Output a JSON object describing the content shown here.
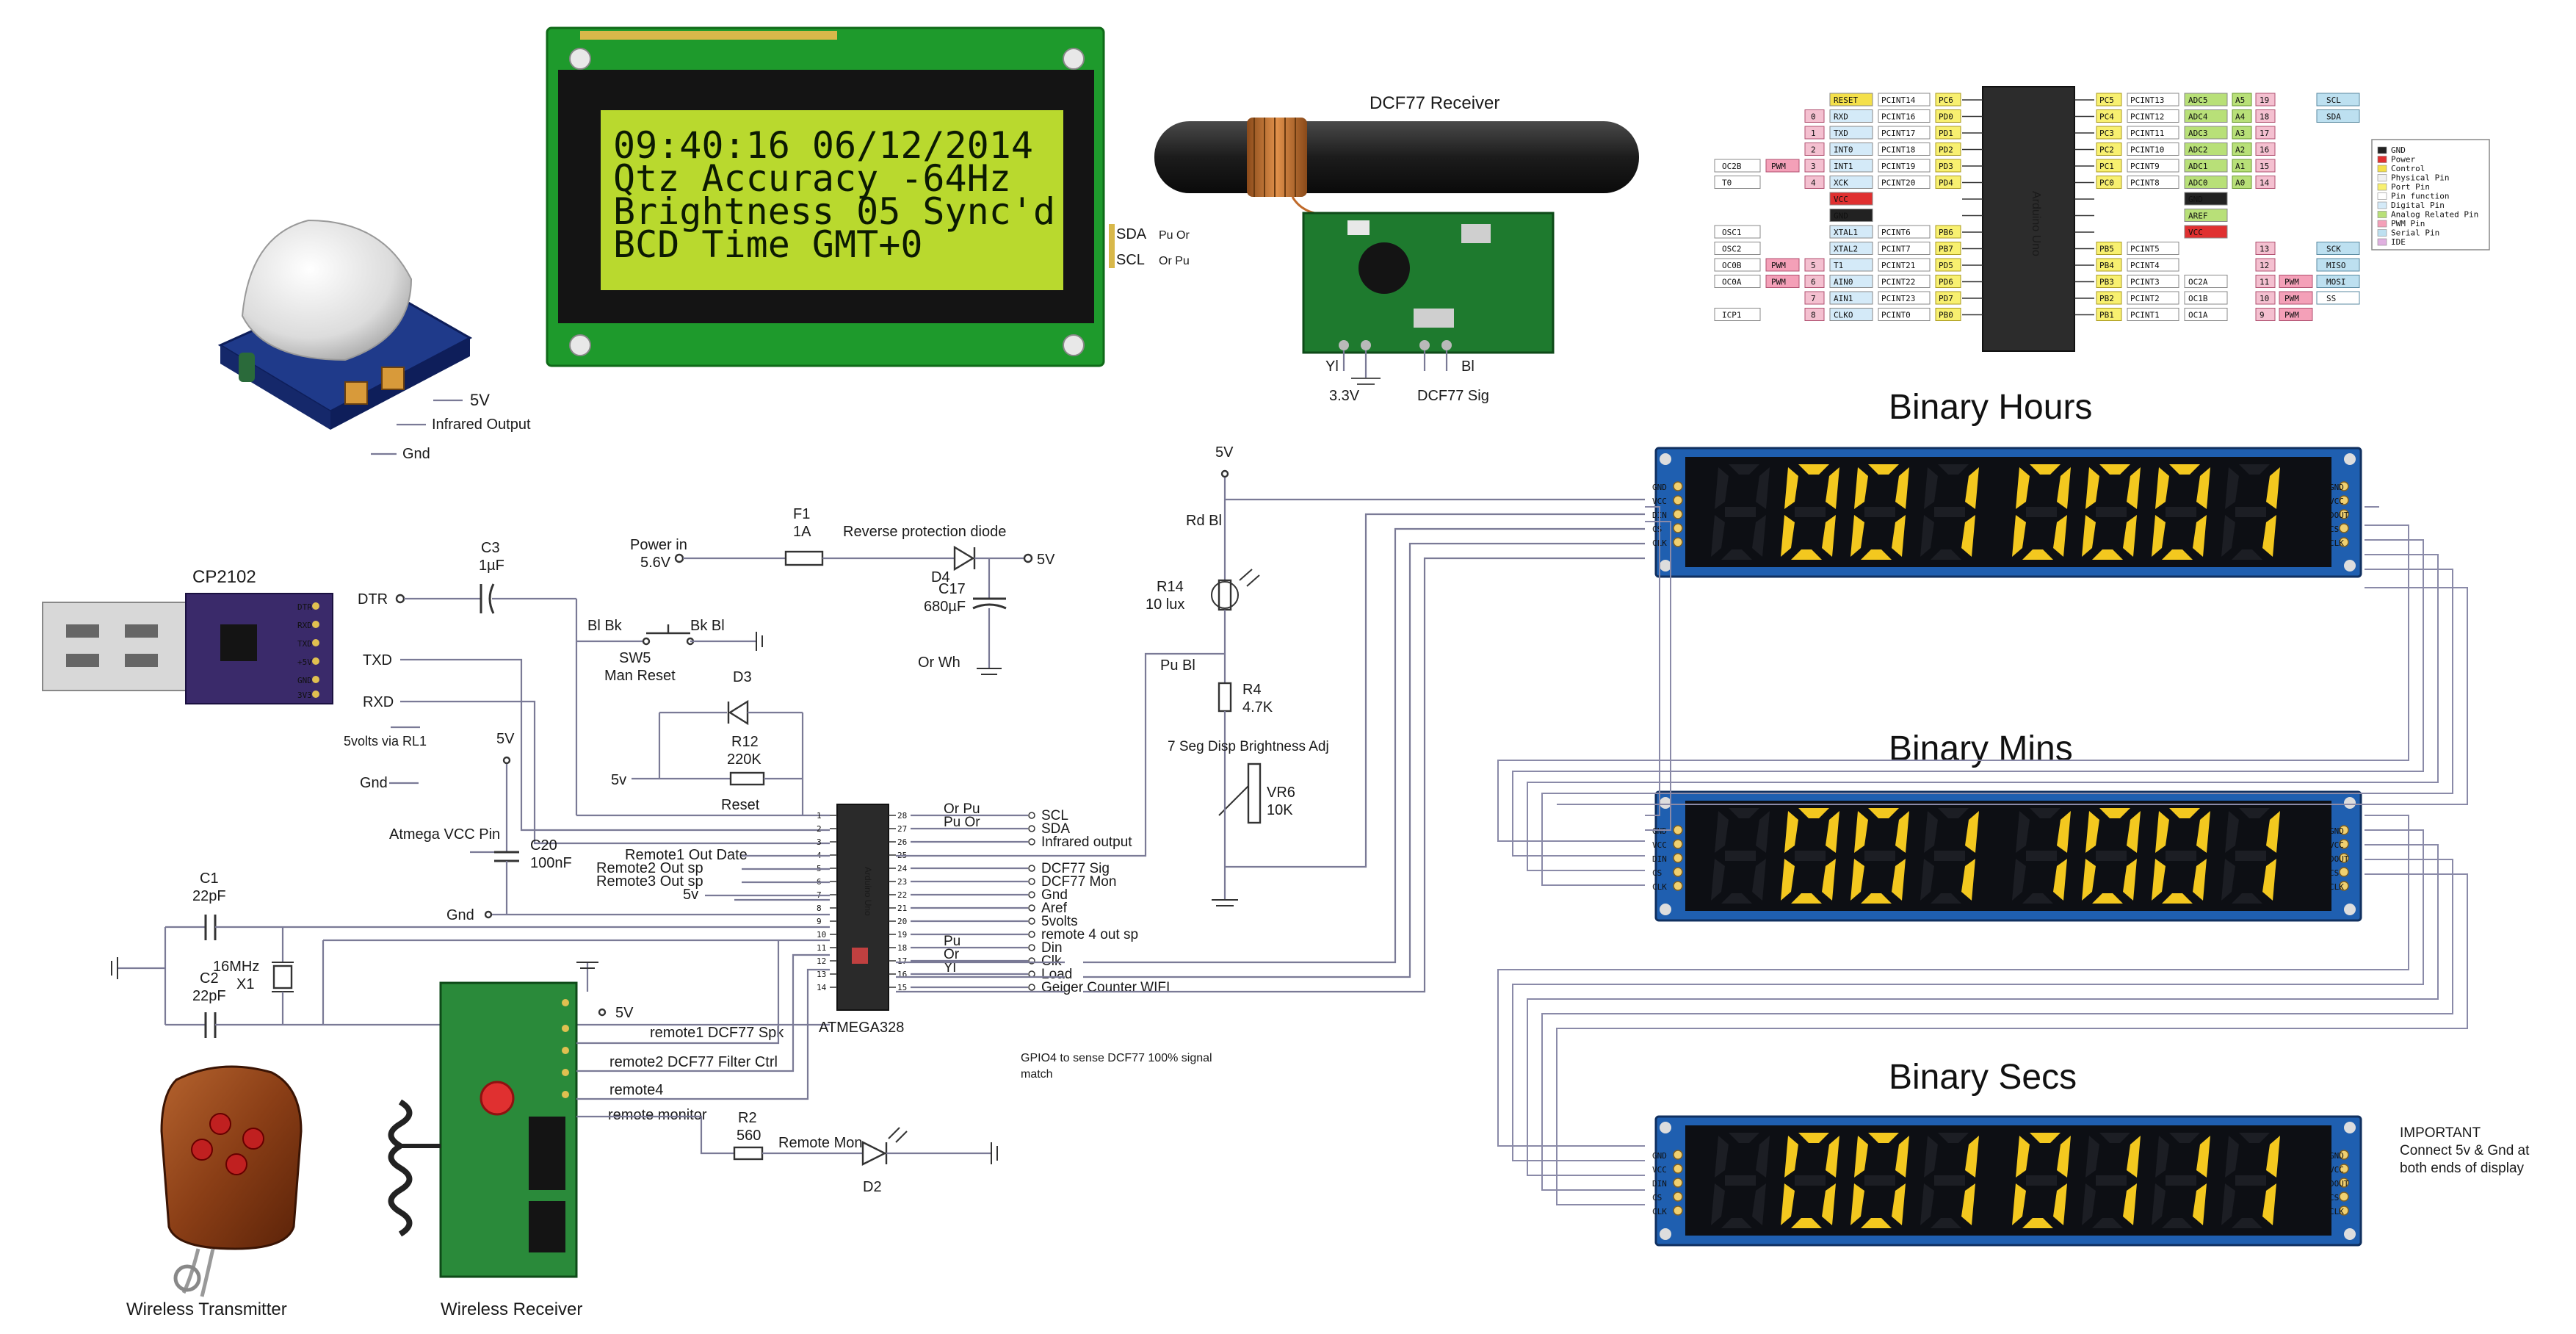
{
  "lcd": {
    "lines": [
      "09:40:16  06/12/2014",
      "Qtz Accuracy -64Hz",
      "Brightness 05 Sync'd",
      "BCD Time       GMT+0"
    ],
    "side_labels": [
      "SDA",
      "SCL",
      "Pu Or",
      "Or Pu"
    ]
  },
  "pir": {
    "labels": [
      "5V",
      "Infrared Output",
      "Gnd"
    ]
  },
  "dcf77": {
    "title": "DCF77 Receiver",
    "labels": [
      "Yl",
      "Bl",
      "3.3V",
      "DCF77 Sig"
    ]
  },
  "pinout": {
    "left_pins": [
      {
        "num": "",
        "func": "RESET",
        "pc": "PCINT14",
        "port": "PC6"
      },
      {
        "num": "0",
        "func": "RXD",
        "pc": "PCINT16",
        "port": "PD0"
      },
      {
        "num": "1",
        "func": "TXD",
        "pc": "PCINT17",
        "port": "PD1"
      },
      {
        "num": "2",
        "func": "INT0",
        "pc": "PCINT18",
        "port": "PD2"
      },
      {
        "num": "3",
        "func": "INT1",
        "pc": "PCINT19",
        "port": "PD3",
        "pwm": "PWM",
        "extra": "OC2B"
      },
      {
        "num": "4",
        "func": "XCK",
        "pc": "PCINT20",
        "port": "PD4",
        "extra": "T0"
      },
      {
        "num": "",
        "func": "VCC",
        "pc": "",
        "port": ""
      },
      {
        "num": "",
        "func": "GND",
        "pc": "",
        "port": ""
      },
      {
        "num": "",
        "func": "XTAL1",
        "pc": "PCINT6",
        "port": "PB6",
        "extra": "OSC1"
      },
      {
        "num": "",
        "func": "XTAL2",
        "pc": "PCINT7",
        "port": "PB7",
        "extra": "OSC2"
      },
      {
        "num": "5",
        "func": "T1",
        "pc": "PCINT21",
        "port": "PD5",
        "pwm": "PWM",
        "extra": "OC0B"
      },
      {
        "num": "6",
        "func": "AIN0",
        "pc": "PCINT22",
        "port": "PD6",
        "pwm": "PWM",
        "extra": "OC0A"
      },
      {
        "num": "7",
        "func": "AIN1",
        "pc": "PCINT23",
        "port": "PD7"
      },
      {
        "num": "8",
        "func": "CLKO",
        "pc": "PCINT0",
        "port": "PB0",
        "extra": "ICP1"
      }
    ],
    "right_pins": [
      {
        "port": "PC5",
        "pc": "PCINT13",
        "adc": "ADC5",
        "a": "A5",
        "num": "19",
        "ext": "SCL"
      },
      {
        "port": "PC4",
        "pc": "PCINT12",
        "adc": "ADC4",
        "a": "A4",
        "num": "18",
        "ext": "SDA"
      },
      {
        "port": "PC3",
        "pc": "PCINT11",
        "adc": "ADC3",
        "a": "A3",
        "num": "17",
        "ext": ""
      },
      {
        "port": "PC2",
        "pc": "PCINT10",
        "adc": "ADC2",
        "a": "A2",
        "num": "16",
        "ext": ""
      },
      {
        "port": "PC1",
        "pc": "PCINT9",
        "adc": "ADC1",
        "a": "A1",
        "num": "15",
        "ext": ""
      },
      {
        "port": "PC0",
        "pc": "PCINT8",
        "adc": "ADC0",
        "a": "A0",
        "num": "14",
        "ext": ""
      },
      {
        "port": "",
        "pc": "",
        "adc": "GND",
        "a": "",
        "num": "",
        "ext": ""
      },
      {
        "port": "",
        "pc": "",
        "adc": "AREF",
        "a": "",
        "num": "",
        "ext": ""
      },
      {
        "port": "",
        "pc": "",
        "adc": "VCC",
        "a": "",
        "num": "",
        "ext": ""
      },
      {
        "port": "PB5",
        "pc": "PCINT5",
        "adc": "",
        "a": "",
        "num": "13",
        "ext": "SCK"
      },
      {
        "port": "PB4",
        "pc": "PCINT4",
        "adc": "",
        "a": "",
        "num": "12",
        "ext": "MISO"
      },
      {
        "port": "PB3",
        "pc": "PCINT3",
        "adc": "OC2A",
        "a": "",
        "num": "11",
        "pwm": "PWM",
        "ext": "MOSI"
      },
      {
        "port": "PB2",
        "pc": "PCINT2",
        "adc": "OC1B",
        "a": "",
        "num": "10",
        "pwm": "PWM",
        "ext": "SS"
      },
      {
        "port": "PB1",
        "pc": "PCINT1",
        "adc": "OC1A",
        "a": "",
        "num": "9",
        "pwm": "PWM",
        "ext": ""
      }
    ],
    "chip_label": "Arduino Uno",
    "legend": [
      "GND",
      "Power",
      "Control",
      "Physical Pin",
      "Port Pin",
      "Pin function",
      "Digital Pin",
      "Analog Related Pin",
      "PWM Pin",
      "Serial Pin",
      "IDE"
    ]
  },
  "displays": {
    "hours": {
      "title": "Binary Hours",
      "left": "001",
      "right": "0001"
    },
    "mins": {
      "title": "Binary Mins",
      "left": "001",
      "right": "1001"
    },
    "secs": {
      "title": "Binary Secs",
      "left": "001",
      "right": "0111"
    },
    "pins_left": [
      "GND",
      "VCC",
      "DIN",
      "CS",
      "CLK"
    ],
    "pins_right": [
      "GND",
      "VCC",
      "DOUT",
      "CS",
      "CLK"
    ]
  },
  "important": {
    "lines": [
      "IMPORTANT",
      "Connect 5v & Gnd at",
      "both ends of display"
    ]
  },
  "cp2102": {
    "title": "CP2102",
    "pins": [
      "DTR",
      "RXD",
      "TXD",
      "+5V",
      "GND",
      "3V3"
    ],
    "labels": {
      "dtr": "DTR",
      "txd": "TXD",
      "rxd": "RXD",
      "via": "5volts via RL1",
      "gnd": "Gnd"
    }
  },
  "schematic": {
    "c3": [
      "C3",
      "1µF"
    ],
    "power_in": [
      "Power in",
      "5.6V"
    ],
    "f1": [
      "F1",
      "1A"
    ],
    "rev_diode": "Reverse protection diode",
    "d4": "D4",
    "c17": [
      "C17",
      "680µF"
    ],
    "v5_top": "5V",
    "or_wh": "Or Wh",
    "bl_bk": "Bl Bk",
    "bk_bl": "Bk Bl",
    "sw5": [
      "SW5",
      "Man Reset"
    ],
    "d3": "D3",
    "r12": [
      "R12",
      "220K"
    ],
    "v5_small": "5v",
    "reset": "Reset",
    "v5_vcc": "5V",
    "atmega_vcc": "Atmega VCC Pin",
    "c20": [
      "C20",
      "100nF"
    ],
    "gnd_c20": "Gnd",
    "c1": [
      "C1",
      "22pF"
    ],
    "c2": [
      "C2",
      "22pF"
    ],
    "x1": [
      "16MHz",
      "X1"
    ],
    "pins_left_text": [
      "Remote1 Out Date",
      "Remote2 Out sp",
      "Remote3 Out sp",
      "5v"
    ],
    "chip_label": "ATMEGA328",
    "chip_sub": "Arduino Uno",
    "left_pin_nums": [
      "1",
      "2",
      "3",
      "4",
      "5",
      "6",
      "7",
      "8",
      "9",
      "10",
      "11",
      "12",
      "13",
      "14"
    ],
    "right_pin_nums": [
      "28",
      "27",
      "26",
      "25",
      "24",
      "23",
      "22",
      "21",
      "20",
      "19",
      "18",
      "17",
      "16",
      "15"
    ],
    "right_signals": [
      "SCL",
      "SDA",
      "Infrared output",
      "",
      "DCF77 Sig",
      "DCF77 Mon",
      "Gnd",
      "Aref",
      "5volts",
      "remote 4 out sp",
      "Din",
      "Clk",
      "Load",
      "Geiger Counter WIFI"
    ],
    "right_colors": [
      "Or Pu",
      "Pu Or",
      "",
      "",
      "",
      "",
      "",
      "",
      "",
      "",
      "Pu",
      "Or",
      "Yl",
      ""
    ],
    "gpio_note": [
      "GPIO4 to sense DCF77 100% signal",
      "match"
    ],
    "v5_ldr": "5V",
    "rd_bl": "Rd Bl",
    "r14": [
      "R14",
      "10 lux"
    ],
    "pu_bl": "Pu Bl",
    "r4": [
      "R4",
      "4.7K"
    ],
    "seg_adj": "7 Seg Disp Brightness Adj",
    "vr6": [
      "VR6",
      "10K"
    ],
    "rx_labels": [
      "5V",
      "remote1 DCF77 Spk",
      "remote2 DCF77 Filter Ctrl",
      "remote4",
      "remote monitor"
    ],
    "r2": [
      "R2",
      "560"
    ],
    "remote_mon": "Remote Mon",
    "d2": "D2"
  },
  "captions": {
    "transmitter": "Wireless Transmitter",
    "receiver": "Wireless Receiver"
  },
  "colors": {
    "lcd_bg": "#b9d92e",
    "lcd_board": "#1e9a2c",
    "seg_on": "#f3c81f",
    "display_body": "#0d0f14",
    "wire": "#7a7a96"
  }
}
